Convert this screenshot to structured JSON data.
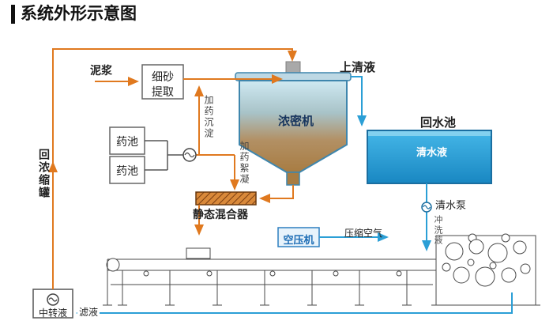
{
  "title": "系统外形示意图",
  "labels": {
    "slurry": "泥浆",
    "fine_sand_extraction": "细砂提取",
    "supernatant": "上清液",
    "thickener": "浓密机",
    "return_water_pool": "回水池",
    "clear_water": "清水液",
    "clear_water_pump": "清水泵",
    "chem_pool_1": "药池",
    "chem_pool_2": "药池",
    "dosing_sedimentation": "加药沉淀",
    "dosing_flocculation": "加药絮凝",
    "static_mixer": "静态混合器",
    "air_compressor": "空压机",
    "compressed_air": "压缩空气",
    "flushing_liquid": "冲洗液",
    "return_thickening_tank": "回浓缩罐",
    "transfer_liquid": "中转液",
    "filtrate": "滤液"
  },
  "colors": {
    "slurry_line": "#e0791f",
    "water_line": "#2b9fd6",
    "pool_fill_top": "#45b7e8",
    "pool_fill_bottom": "#1987c2",
    "thickener_top": "#cfe9f2",
    "thickener_bottom": "#a87c42",
    "mixer_fill": "#d9893a"
  }
}
